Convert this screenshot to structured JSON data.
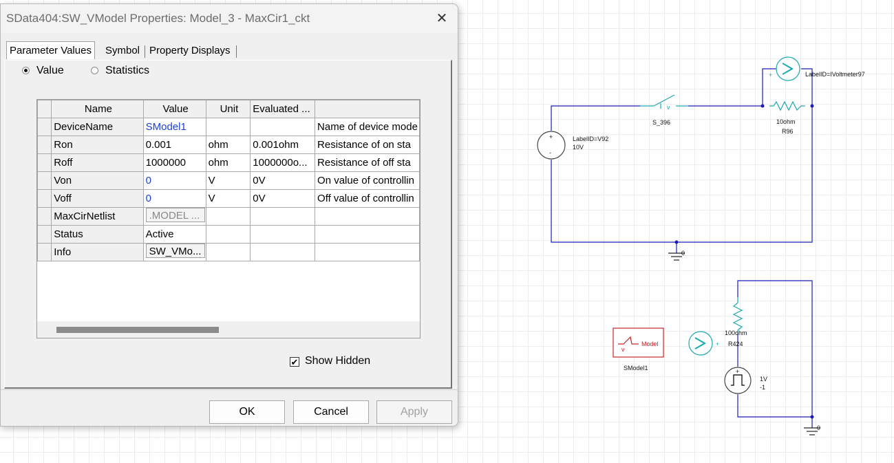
{
  "dialog": {
    "title": "SData404:SW_VModel Properties: Model_3 - MaxCir1_ckt",
    "close_glyph": "✕",
    "tabs": [
      {
        "label": "Parameter Values",
        "active": true
      },
      {
        "label": "Symbol",
        "active": false
      },
      {
        "label": "Property Displays",
        "active": false
      }
    ],
    "radios": [
      {
        "label": "Value",
        "selected": true
      },
      {
        "label": "Statistics",
        "selected": false
      }
    ],
    "table": {
      "headers": [
        "Name",
        "Value",
        "Unit",
        "Evaluated ...",
        ""
      ],
      "rows": [
        {
          "name": "DeviceName",
          "value": "SModel1",
          "unit": "",
          "evaluated": "",
          "desc": "Name of device mode"
        },
        {
          "name": "Ron",
          "value": "0.001",
          "unit": "ohm",
          "evaluated": "0.001ohm",
          "desc": "Resistance of on sta"
        },
        {
          "name": "Roff",
          "value": "1000000",
          "unit": "ohm",
          "evaluated": "1000000o...",
          "desc": "Resistance of off sta"
        },
        {
          "name": "Von",
          "value": "0",
          "unit": "V",
          "evaluated": "0V",
          "desc": "On value of controllin"
        },
        {
          "name": "Voff",
          "value": "0",
          "unit": "V",
          "evaluated": "0V",
          "desc": "Off value of controllin"
        },
        {
          "name": "MaxCirNetlist",
          "value": ".MODEL ...",
          "unit": "",
          "evaluated": "",
          "desc": ""
        },
        {
          "name": "Status",
          "value": "Active",
          "unit": "",
          "evaluated": "",
          "desc": ""
        },
        {
          "name": "Info",
          "value": "SW_VMo...",
          "unit": "",
          "evaluated": "",
          "desc": ""
        }
      ]
    },
    "show_hidden": {
      "label": "Show Hidden",
      "checked": true,
      "check_glyph": "✔"
    },
    "buttons": {
      "ok": "OK",
      "cancel": "Cancel",
      "apply": "Apply"
    }
  },
  "schematic": {
    "switch_label": "S_396",
    "switch_sub": "v",
    "voltmeter_label": "LabelID=IVoltmeter97",
    "vsource_label": "LabelID=V92",
    "vsource_value": "10V",
    "resistor1_value": "10ohm",
    "resistor1_name": "R96",
    "ground1_label": "0",
    "resistor2_value": "100ohm",
    "resistor2_name": "R424",
    "pulse_value": "1V",
    "pulse_value2": "-1",
    "ground2_label": "0",
    "model_block_text": "Model",
    "model_block_sub": "v",
    "model_block_name": "SModel1",
    "plus": "+",
    "minus": "-",
    "colors": {
      "wire": "#1a1ab8",
      "component": "#19a9b0",
      "model": "#c8242a"
    }
  }
}
